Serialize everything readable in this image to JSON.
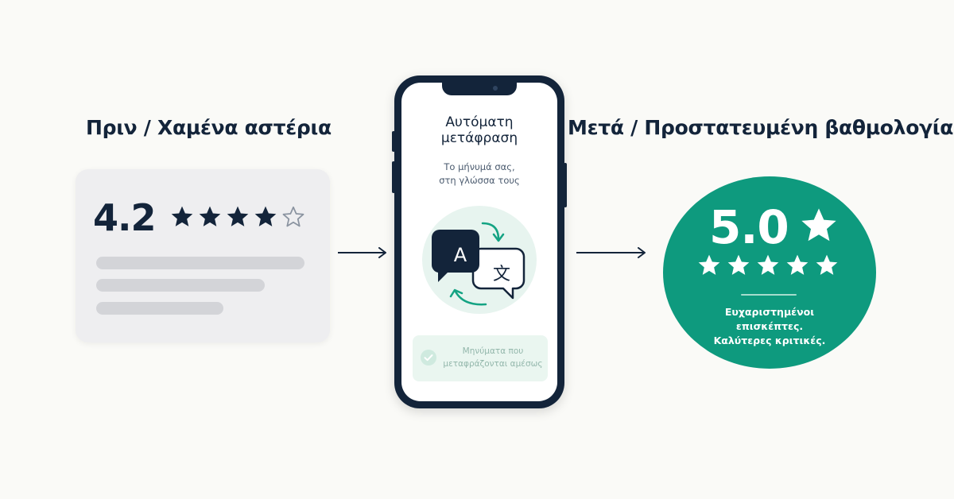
{
  "before": {
    "heading": "Πριν / Χαμένα αστέρια",
    "rating": "4.2",
    "stars_filled": 4,
    "stars_total": 5,
    "star_icons": [
      "star-filled-icon",
      "star-filled-icon",
      "star-filled-icon",
      "star-filled-icon",
      "star-outline-icon"
    ]
  },
  "phone": {
    "title_line1": "Αυτόματη",
    "title_line2": "μετάφραση",
    "subtitle_line1": "Το μήνυμά σας,",
    "subtitle_line2": "στη γλώσσα τους",
    "bubble_left_glyph": "A",
    "bubble_right_glyph": "文",
    "confirm_line1": "Μηνύματα που",
    "confirm_line2": "μεταφράζονται αμέσως",
    "icons": [
      "translate-icon",
      "check-circle-icon"
    ]
  },
  "after": {
    "heading": "Μετά / Προστατευμένη βαθμολογία",
    "rating": "5.0",
    "stars_filled": 5,
    "stars_total": 5,
    "caption_line1": "Ευχαριστημένοι",
    "caption_line2": "επισκέπτες.",
    "caption_line3": "Καλύτερες κριτικές."
  },
  "colors": {
    "background": "#fafaf7",
    "navy": "#13243a",
    "teal": "#0e9a7e",
    "mint": "#e7f4ef",
    "card_gray": "#eeeef0"
  }
}
